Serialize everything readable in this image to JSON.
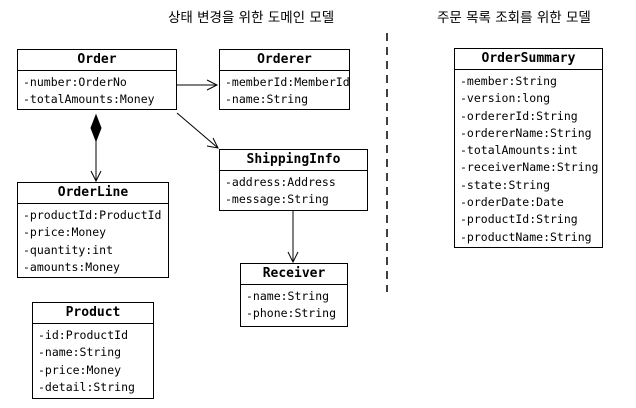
{
  "headings": {
    "left": "상태 변경을 위한 도메인 모델",
    "right": "주문 목록 조회를 위한 모델"
  },
  "classes": {
    "order": {
      "name": "Order",
      "attributes": [
        "-number:OrderNo",
        "-totalAmounts:Money"
      ]
    },
    "orderer": {
      "name": "Orderer",
      "attributes": [
        "-memberId:MemberId",
        "-name:String"
      ]
    },
    "shipping_info": {
      "name": "ShippingInfo",
      "attributes": [
        "-address:Address",
        "-message:String"
      ]
    },
    "order_line": {
      "name": "OrderLine",
      "attributes": [
        "-productId:ProductId",
        "-price:Money",
        "-quantity:int",
        "-amounts:Money"
      ]
    },
    "receiver": {
      "name": "Receiver",
      "attributes": [
        "-name:String",
        "-phone:String"
      ]
    },
    "product": {
      "name": "Product",
      "attributes": [
        "-id:ProductId",
        "-name:String",
        "-price:Money",
        "-detail:String"
      ]
    },
    "order_summary": {
      "name": "OrderSummary",
      "attributes": [
        "-member:String",
        "-version:long",
        "-ordererId:String",
        "-ordererName:String",
        "-totalAmounts:int",
        "-receiverName:String",
        "-state:String",
        "-orderDate:Date",
        "-productId:String",
        "-productName:String"
      ]
    }
  }
}
